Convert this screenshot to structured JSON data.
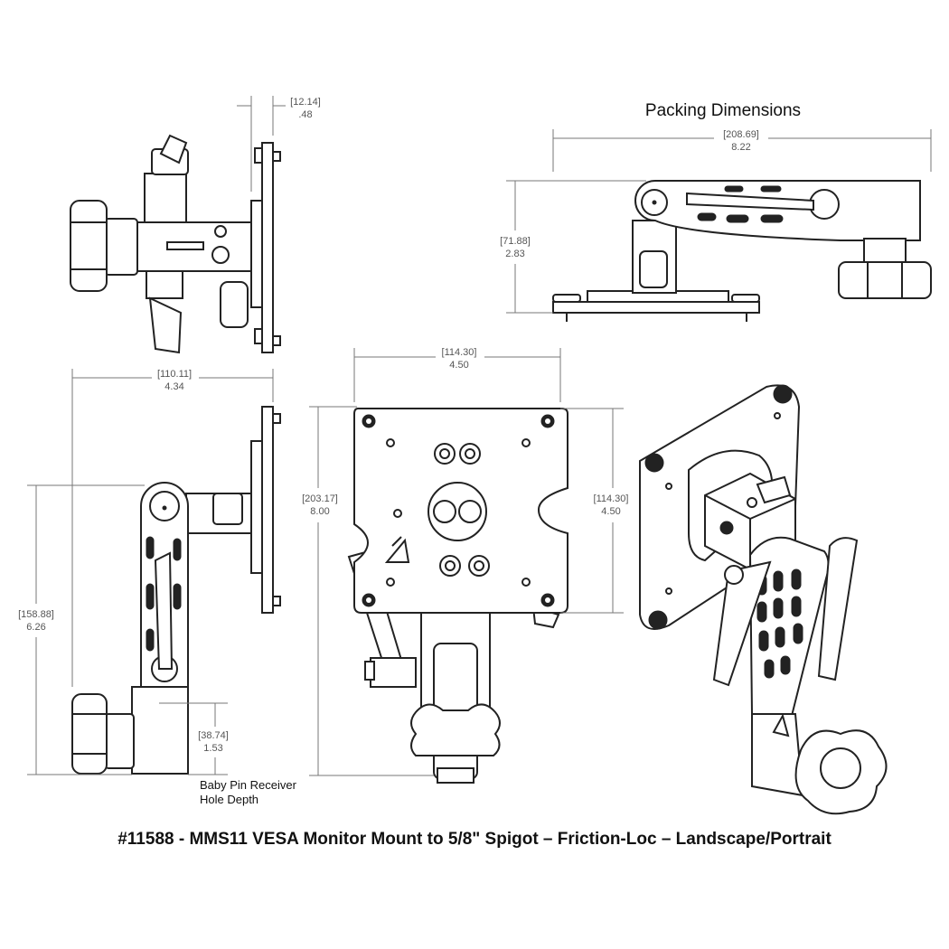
{
  "title": "Packing Dimensions",
  "caption": "#11588 - MMS11 VESA Monitor Mount to 5/8\" Spigot – Friction-Loc – Landscape/Portrait",
  "dimensions": {
    "top_thickness": {
      "mm": "[12.14]",
      "in": ".48"
    },
    "side_width": {
      "mm": "[110.11]",
      "in": "4.34"
    },
    "side_height": {
      "mm": "[158.88]",
      "in": "6.26"
    },
    "pin_depth": {
      "mm": "[38.74]",
      "in": "1.53"
    },
    "plate_width": {
      "mm": "[114.30]",
      "in": "4.50"
    },
    "overall_height": {
      "mm": "[203.17]",
      "in": "8.00"
    },
    "plate_height": {
      "mm": "[114.30]",
      "in": "4.50"
    },
    "pack_width": {
      "mm": "[208.69]",
      "in": "8.22"
    },
    "pack_height": {
      "mm": "[71.88]",
      "in": "2.83"
    }
  },
  "annotations": {
    "pin_receiver_line1": "Baby Pin Receiver",
    "pin_receiver_line2": "Hole Depth"
  }
}
